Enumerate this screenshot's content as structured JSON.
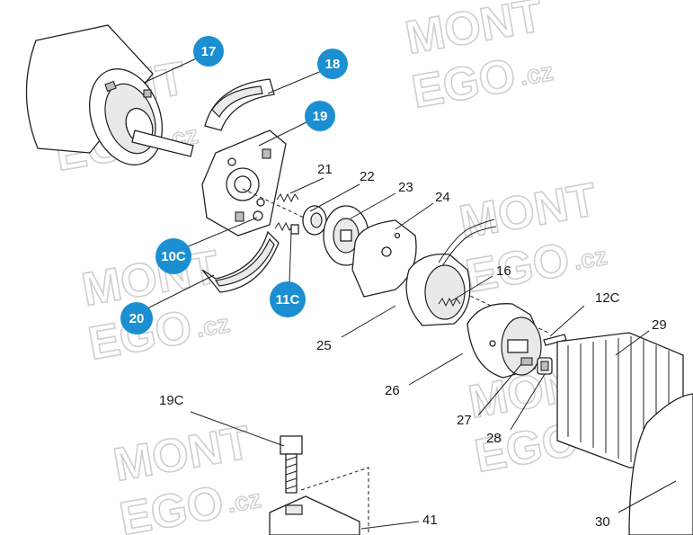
{
  "watermark": {
    "line1": "MONT",
    "line2": "EGO",
    "suffix": ".cz"
  },
  "colors": {
    "badge": "#1b8fd1",
    "ink": "#222222",
    "watermark": "#cfcfcf"
  },
  "badges": [
    "17",
    "18",
    "19",
    "10C",
    "11C",
    "20"
  ],
  "labels": [
    "21",
    "22",
    "23",
    "24",
    "16",
    "12C",
    "29",
    "25",
    "26",
    "27",
    "28",
    "19C",
    "30",
    "41"
  ]
}
